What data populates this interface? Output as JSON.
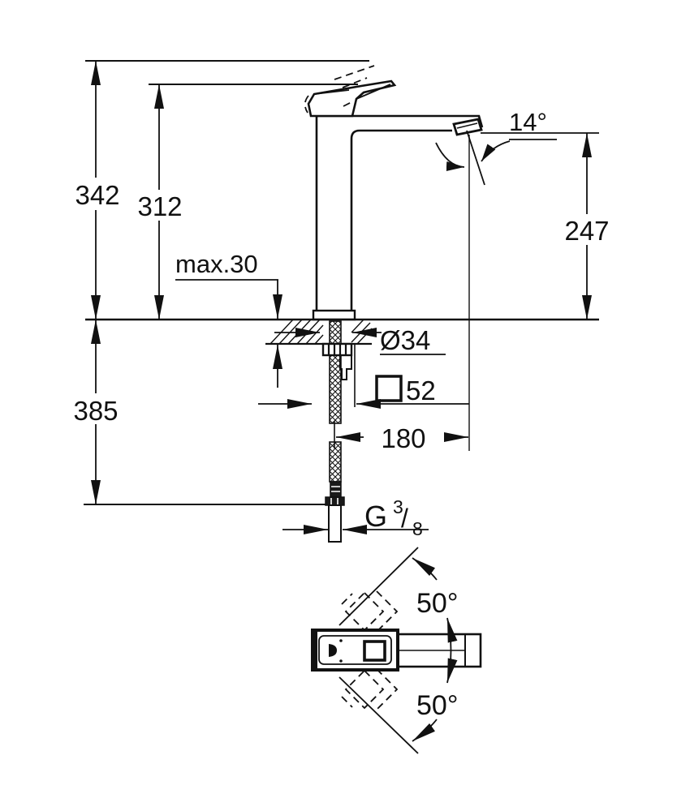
{
  "drawing": {
    "type": "technical-dimension-drawing",
    "views": [
      "front-elevation",
      "top-plan"
    ],
    "labels": {
      "height_total": "342",
      "height_spout": "312",
      "deck_max": "max.30",
      "depth_below": "385",
      "outlet_height": "247",
      "spout_angle": "14°",
      "hole_dia": "Ø34",
      "base_size": "52",
      "reach": "180",
      "thread_g": "G",
      "thread_num": "3",
      "thread_slash": "/",
      "thread_den": "8",
      "swing_top": "50°",
      "swing_bottom": "50°"
    },
    "line_color": "#111111",
    "background_color": "#ffffff"
  }
}
